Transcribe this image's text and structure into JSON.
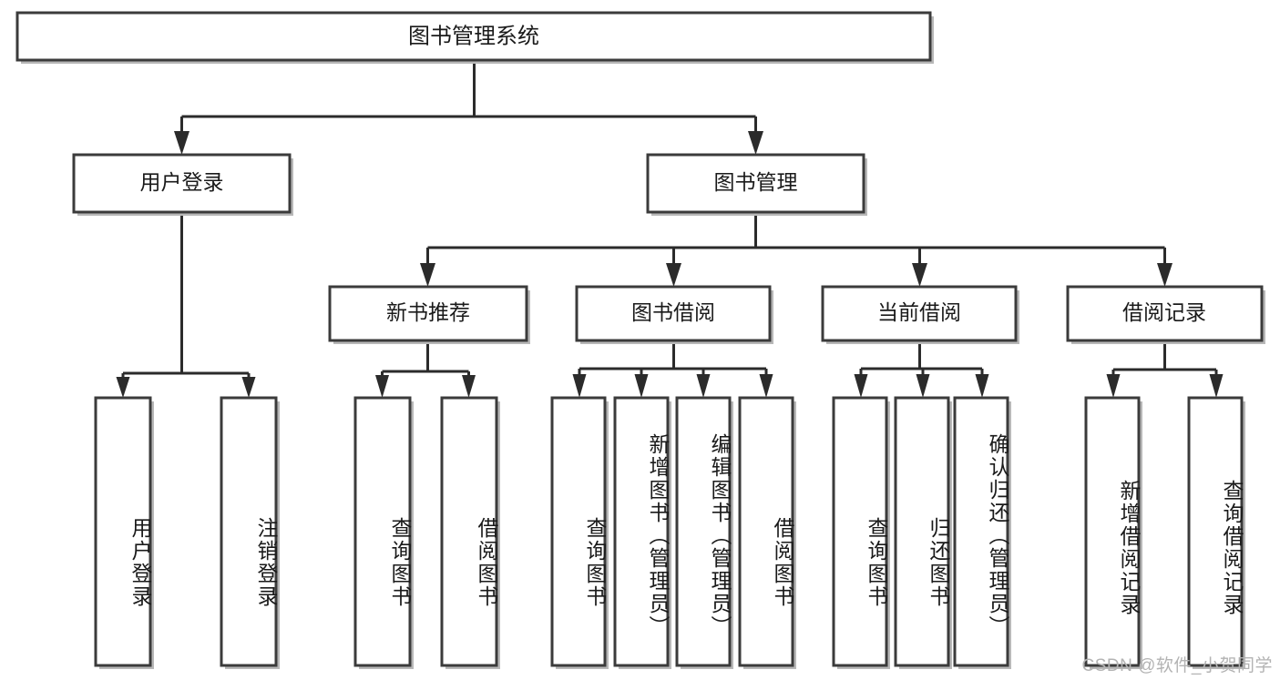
{
  "diagram": {
    "type": "tree-hierarchy-chart",
    "title": "图书管理系统",
    "orientation": "top-down",
    "colors": {
      "box_fill": "#ffffff",
      "box_stroke": "#3b3b3b",
      "connector": "#2b2b2b",
      "shadow": "#b8b8b8",
      "text": "#1a1a1a",
      "watermark": "#b3b3b3",
      "background": "#ffffff"
    },
    "root": {
      "label": "图书管理系统"
    },
    "level2": [
      {
        "label": "用户登录"
      },
      {
        "label": "图书管理"
      }
    ],
    "level3": [
      {
        "label": "新书推荐"
      },
      {
        "label": "图书借阅"
      },
      {
        "label": "当前借阅"
      },
      {
        "label": "借阅记录"
      }
    ],
    "leaves": {
      "user_login": [
        {
          "label": "用户登录"
        },
        {
          "label": "注销登录"
        }
      ],
      "new_book_recommend": [
        {
          "label": "查询图书"
        },
        {
          "label": "借阅图书"
        }
      ],
      "book_borrow": [
        {
          "label": "查询图书"
        },
        {
          "label": "新增图书（管理员）"
        },
        {
          "label": "编辑图书（管理员）"
        },
        {
          "label": "借阅图书"
        }
      ],
      "current_borrow": [
        {
          "label": "查询图书"
        },
        {
          "label": "归还图书"
        },
        {
          "label": "确认归还（管理员）"
        }
      ],
      "borrow_record": [
        {
          "label": "新增借阅记录"
        },
        {
          "label": "查询借阅记录"
        }
      ]
    }
  },
  "watermark": {
    "text": "CSDN @软件_小贺同学"
  }
}
